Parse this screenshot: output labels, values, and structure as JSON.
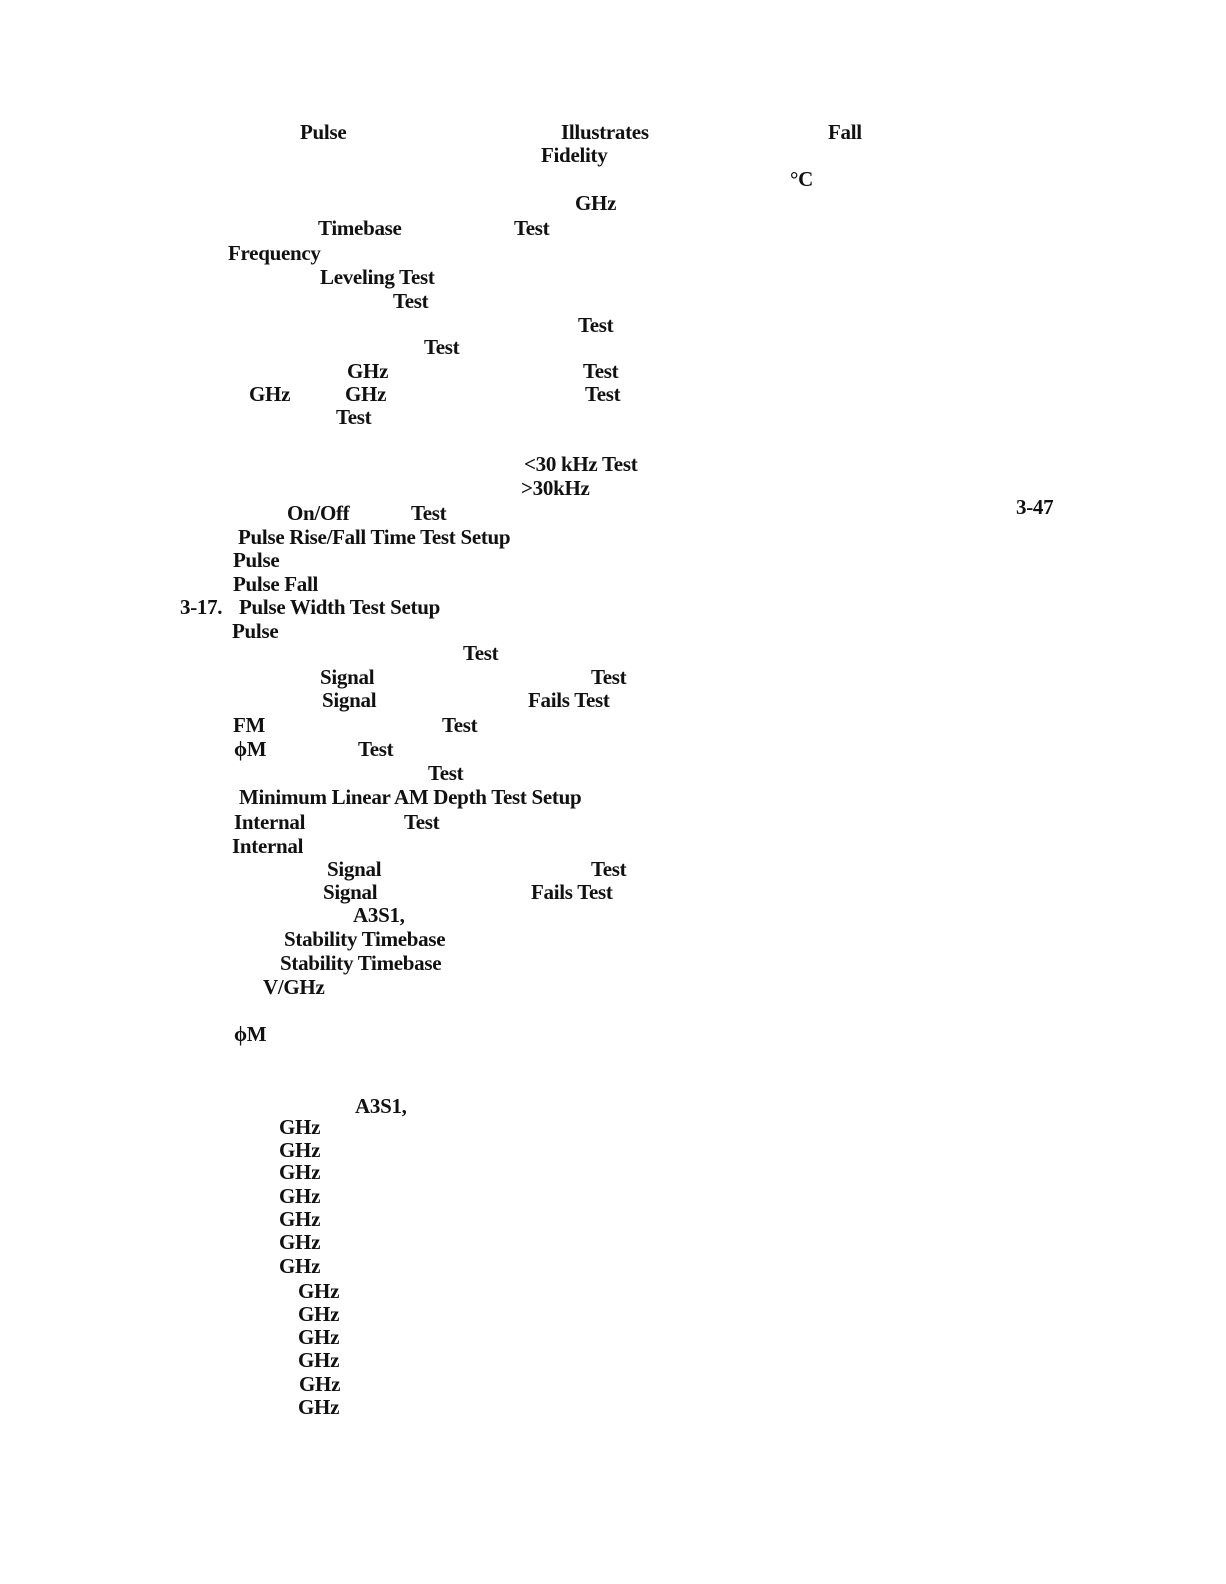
{
  "fragments": [
    "Pulse",
    "Illustrates",
    "Fall",
    "Fidelity",
    "°C",
    "GHz",
    "Timebase",
    "Test",
    "Frequency",
    "Leveling Test",
    "Test",
    "Test",
    "Test",
    "GHz",
    "Test",
    "GHz",
    "GHz",
    "Test",
    "Test",
    "<30 kHz Test",
    ">30kHz",
    "On/Off",
    "Test",
    "3-47",
    "Pulse Rise/Fall Time Test Setup",
    "Pulse",
    "Pulse Fall",
    "3-17.",
    "Pulse Width Test Setup",
    "Pulse",
    "Test",
    "Signal",
    "Test",
    "Signal",
    "Fails Test",
    "FM",
    "Test",
    "ϕM",
    "Test",
    "Test",
    "Minimum Linear AM Depth Test Setup",
    "Internal",
    "Test",
    "Internal",
    "Signal",
    "Test",
    "Signal",
    "Fails Test",
    "A3S1,",
    "Stability Timebase",
    "Stability Timebase",
    "V/GHz",
    "ϕM",
    "A3S1,",
    "GHz",
    "GHz",
    "GHz",
    "GHz",
    "GHz",
    "GHz",
    "GHz",
    "GHz",
    "GHz",
    "GHz",
    "GHz",
    "GHz",
    "GHz"
  ]
}
